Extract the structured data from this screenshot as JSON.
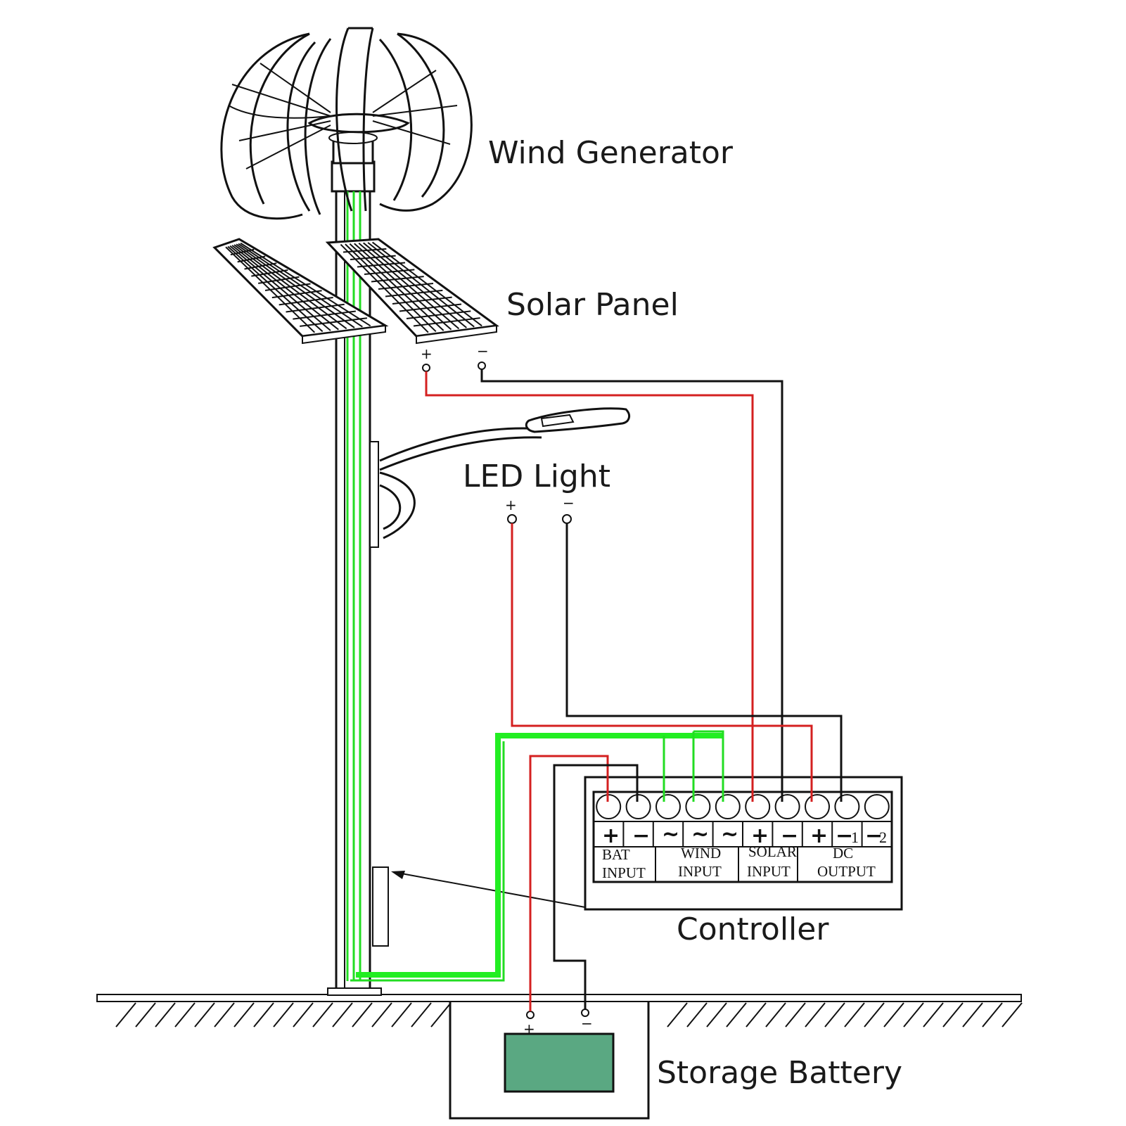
{
  "labels": {
    "wind_generator": "Wind Generator",
    "solar_panel": "Solar Panel",
    "led_light": "LED Light",
    "controller": "Controller",
    "storage_battery": "Storage Battery"
  },
  "signs": {
    "plus": "+",
    "minus": "−"
  },
  "controller": {
    "groups": [
      {
        "line1": "BAT",
        "line2": "INPUT"
      },
      {
        "line1": "WIND",
        "line2": "INPUT"
      },
      {
        "line1": "SOLAR",
        "line2": "INPUT"
      },
      {
        "line1": "DC",
        "line2": "OUTPUT"
      }
    ],
    "symbols": [
      "+",
      "−",
      "~",
      "~",
      "~",
      "+",
      "−",
      "+",
      "−",
      "−"
    ],
    "sub_1": "1",
    "sub_2": "2"
  },
  "colors": {
    "positive_wire": "#d42020",
    "negative_wire": "#111111",
    "wind_wire": "#22dd22",
    "battery_fill": "#5aa882"
  }
}
